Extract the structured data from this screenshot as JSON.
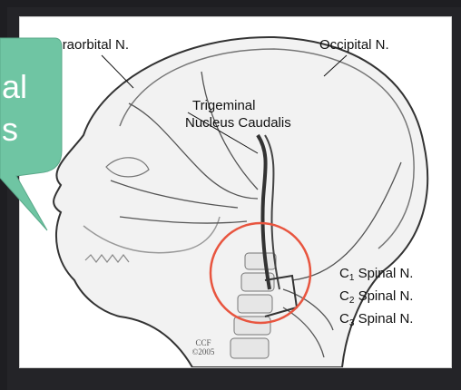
{
  "labels": {
    "supraorbital": "Supraorbital N.",
    "occipital": "Occipital N.",
    "trigeminal_line1": "Trigeminal",
    "trigeminal_line2": "Nucleus Caudalis",
    "c1_prefix": "C",
    "c1_sub": "1",
    "c1_suffix": " Spinal N.",
    "c2_prefix": "C",
    "c2_sub": "2",
    "c2_suffix": " Spinal N.",
    "c3_prefix": "C",
    "c3_sub": "3",
    "c3_suffix": " Spinal N."
  },
  "credit": {
    "line1": "CCF",
    "line2": "©2005"
  },
  "callout": {
    "line1": "al",
    "line2": "s"
  },
  "colors": {
    "callout_fill": "#6fc5a3",
    "highlight_circle": "#e8553f",
    "background": "#1e1e22"
  }
}
